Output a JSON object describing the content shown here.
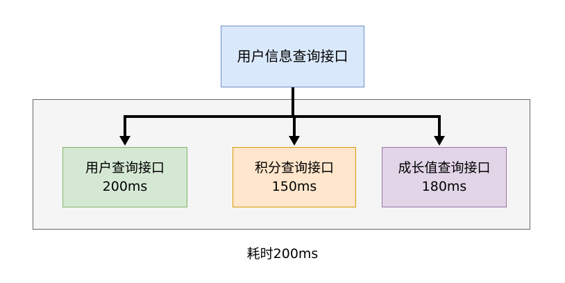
{
  "root": {
    "label": "用户信息查询接口"
  },
  "children": [
    {
      "name": "用户查询接口",
      "time": "200ms"
    },
    {
      "name": "积分查询接口",
      "time": "150ms"
    },
    {
      "name": "成长值查询接口",
      "time": "180ms"
    }
  ],
  "total": {
    "label": "耗时200ms"
  },
  "colors": {
    "root_fill": "#dae8fc",
    "root_stroke": "#6c8ebf",
    "group_fill": "#f5f5f5",
    "group_stroke": "#666666",
    "child_user_fill": "#d5e8d4",
    "child_user_stroke": "#82b366",
    "child_points_fill": "#ffe6cc",
    "child_points_stroke": "#d79b00",
    "child_growth_fill": "#e1d5e7",
    "child_growth_stroke": "#9673a6",
    "connector": "#000000"
  }
}
